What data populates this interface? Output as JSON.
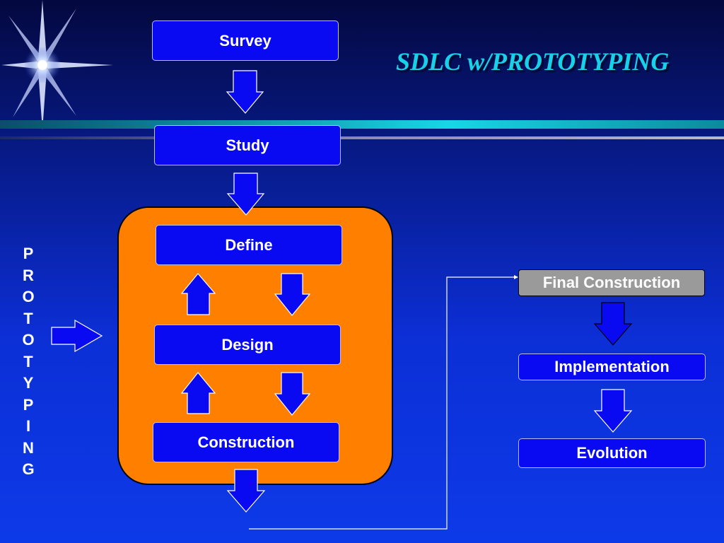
{
  "title": "SDLC w/PROTOTYPING",
  "side_label_letters": [
    "P",
    "R",
    "O",
    "T",
    "O",
    "T",
    "Y",
    "P",
    "I",
    "N",
    "G"
  ],
  "steps": {
    "survey": "Survey",
    "study": "Study",
    "define": "Define",
    "design": "Design",
    "construction": "Construction",
    "final_construction": "Final Construction",
    "implementation": "Implementation",
    "evolution": "Evolution"
  },
  "colors": {
    "title": "#18d0e8",
    "box_fill": "#0a0af2",
    "prototype_panel": "#ff7f00",
    "final_box_fill": "#9a9a9a",
    "arrow_fill": "#0a0af2"
  }
}
